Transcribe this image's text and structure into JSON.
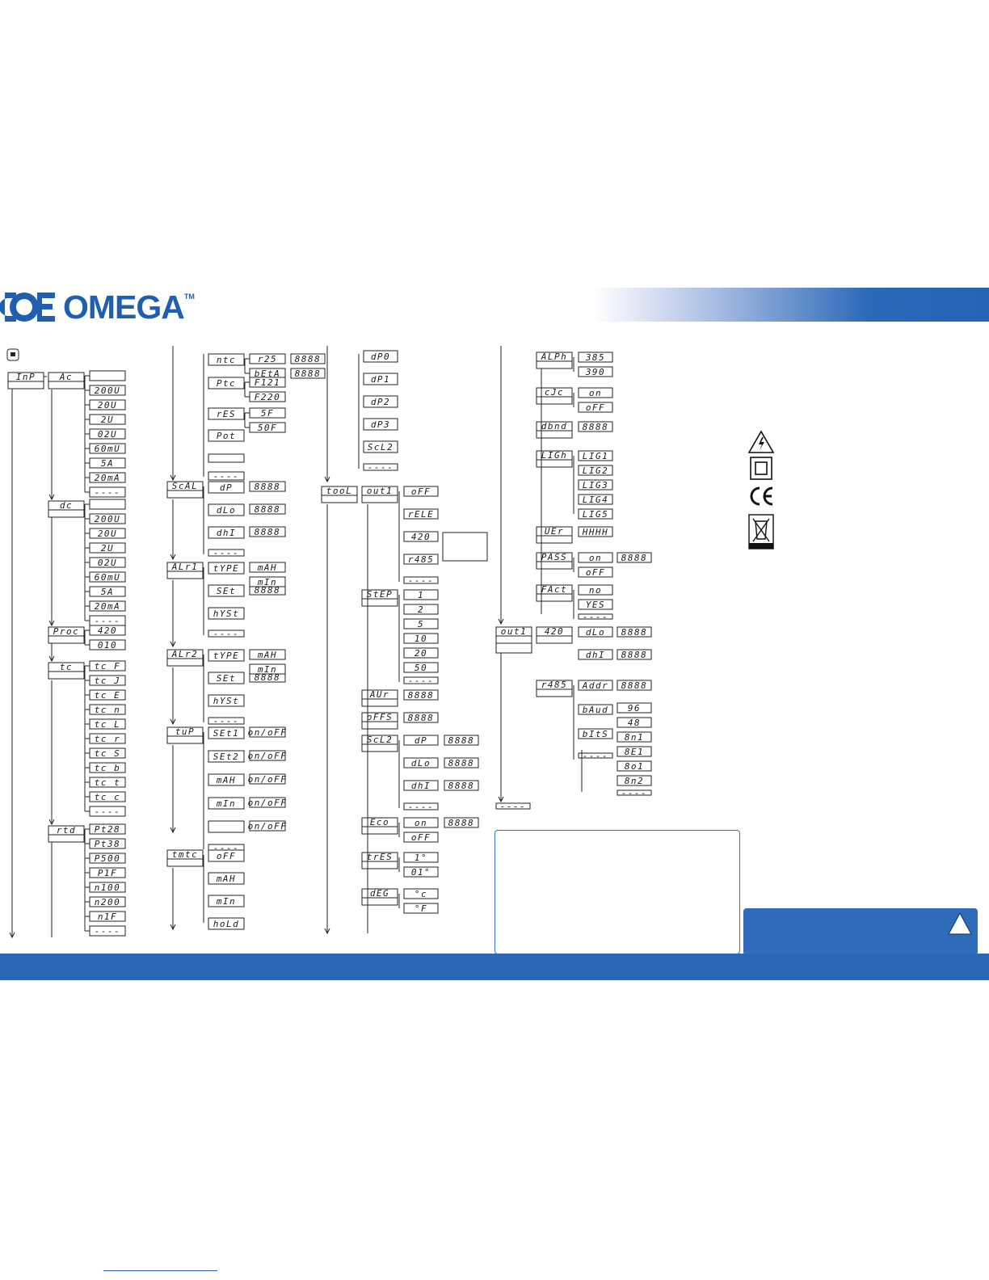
{
  "brand": {
    "name": "OMEGA",
    "tm": "TM",
    "color": "#1f5fad",
    "band_color": "#2a68b6"
  },
  "col1": {
    "root": "InP",
    "subs": [
      {
        "label": "Ac",
        "opts": [
          "",
          "200U",
          "20U",
          "2U",
          "02U",
          "60mU",
          "5A",
          "20mA",
          "----"
        ]
      },
      {
        "label": "dc",
        "opts": [
          "",
          "200U",
          "20U",
          "2U",
          "02U",
          "60mU",
          "5A",
          "20mA",
          "----"
        ]
      },
      {
        "label": "Proc",
        "opts": [
          "420",
          "010"
        ]
      },
      {
        "label": "tc",
        "opts": [
          "tc F",
          "tc J",
          "tc E",
          "tc n",
          "tc L",
          "tc r",
          "tc S",
          "tc b",
          "tc t",
          "tc c",
          "----"
        ]
      },
      {
        "label": "rtd",
        "opts": [
          "Pt28",
          "Pt38",
          "P500",
          "P1F",
          "n100",
          "n200",
          "n1F",
          "----"
        ]
      }
    ]
  },
  "col2": {
    "top": [
      {
        "label": "ntc",
        "opts": [
          "r25",
          "bEtA"
        ],
        "vals": [
          "8888",
          "8888"
        ]
      },
      {
        "label": "Ptc",
        "opts": [
          "F121",
          "F220"
        ]
      },
      {
        "label": "rES",
        "opts": [
          "5F",
          "50F"
        ]
      },
      {
        "label": "Pot"
      },
      {
        "label": ""
      },
      {
        "label": "----"
      }
    ],
    "groups": [
      {
        "label": "ScAL",
        "items": [
          "dP",
          "dLo",
          "dhI",
          "----"
        ],
        "vals": [
          "8888",
          "8888",
          "8888"
        ]
      },
      {
        "label": "ALr1",
        "items": [
          "tYPE",
          "SEt",
          "hYSt",
          "----"
        ],
        "subopts": [
          "mAH",
          "mIn"
        ],
        "vals": [
          "8888",
          "8888"
        ]
      },
      {
        "label": "ALr2",
        "items": [
          "tYPE",
          "SEt",
          "hYSt",
          "----"
        ],
        "subopts": [
          "mAH",
          "mIn"
        ],
        "vals": [
          "8888",
          "8888"
        ]
      },
      {
        "label": "tuP",
        "items": [
          "SEt1",
          "SEt2",
          "mAH",
          "mIn",
          "",
          "----"
        ],
        "val": "on/oFF"
      },
      {
        "label": "tmtc",
        "items": [
          "oFF",
          "mAH",
          "mIn",
          "hoLd"
        ]
      }
    ]
  },
  "col3": {
    "dp": [
      "dP0",
      "dP1",
      "dP2",
      "dP3",
      "ScL2",
      "----"
    ],
    "tool": "tooL",
    "groups": [
      {
        "label": "out1",
        "items": [
          "oFF",
          "rELE",
          "420",
          "r485",
          "----"
        ]
      },
      {
        "label": "StEP",
        "items": [
          "1",
          "2",
          "5",
          "10",
          "20",
          "50",
          "----"
        ]
      },
      {
        "label": "AUr",
        "val": "8888"
      },
      {
        "label": "oFFS",
        "val": "8888"
      },
      {
        "label": "ScL2",
        "items": [
          "dP",
          "dLo",
          "dhI",
          "----"
        ],
        "vals": [
          "8888",
          "8888",
          "8888"
        ]
      },
      {
        "label": "Eco",
        "items": [
          "on",
          "oFF"
        ],
        "val": "8888"
      },
      {
        "label": "trES",
        "items": [
          "1°",
          "01°"
        ]
      },
      {
        "label": "dEG",
        "items": [
          "°c",
          "°F"
        ]
      }
    ]
  },
  "col4": {
    "groups": [
      {
        "label": "ALPh",
        "items": [
          "385",
          "390"
        ]
      },
      {
        "label": "cJc",
        "items": [
          "on",
          "oFF"
        ]
      },
      {
        "label": "dbnd",
        "items": [
          "8888"
        ]
      },
      {
        "label": "LIGh",
        "items": [
          "LIG1",
          "LIG2",
          "LIG3",
          "LIG4",
          "LIG5"
        ]
      },
      {
        "label": "UEr",
        "items": [
          "HHHH"
        ]
      },
      {
        "label": "PASS",
        "items": [
          "on",
          "oFF"
        ],
        "val": "8888"
      },
      {
        "label": "FAct",
        "items": [
          "no",
          "YES",
          "----"
        ]
      }
    ],
    "out": {
      "label": "out1",
      "subs": [
        {
          "label": "420",
          "items": [
            "dLo",
            "dhI"
          ],
          "vals": [
            "8888",
            "8888"
          ]
        },
        {
          "label": "r485",
          "items": [
            "Addr",
            "bAud",
            "bItS",
            "----"
          ],
          "addr_val": "8888",
          "baud": [
            "96",
            "48"
          ],
          "bits": [
            "8n1",
            "8E1",
            "8o1",
            "8n2",
            "----"
          ]
        }
      ],
      "end": "----"
    }
  },
  "symbols": [
    "lightning-warning-icon",
    "double-insulation-icon",
    "ce-mark-icon",
    "weee-bin-icon"
  ]
}
